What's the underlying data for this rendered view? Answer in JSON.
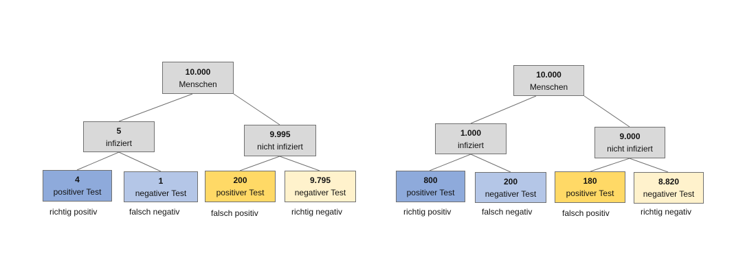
{
  "colors": {
    "grey": "#d9d9d9",
    "blue_dark": "#8eaadb",
    "blue_light": "#b4c6e7",
    "yellow_dark": "#ffd966",
    "yellow_light": "#fff2cc",
    "line": "#6f6f6f"
  },
  "trees": [
    {
      "root": {
        "value": "10.000",
        "label": "Menschen"
      },
      "left": {
        "value": "5",
        "label": "infiziert"
      },
      "right": {
        "value": "9.995",
        "label": "nicht infiziert"
      },
      "leaves": [
        {
          "value": "4",
          "label": "positiver Test",
          "caption": "richtig positiv"
        },
        {
          "value": "1",
          "label": "negativer Test",
          "caption": "falsch negativ"
        },
        {
          "value": "200",
          "label": "positiver Test",
          "caption": "falsch positiv"
        },
        {
          "value": "9.795",
          "label": "negativer Test",
          "caption": "richtig negativ"
        }
      ]
    },
    {
      "root": {
        "value": "10.000",
        "label": "Menschen"
      },
      "left": {
        "value": "1.000",
        "label": "infiziert"
      },
      "right": {
        "value": "9.000",
        "label": "nicht infiziert"
      },
      "leaves": [
        {
          "value": "800",
          "label": "positiver Test",
          "caption": "richtig positiv"
        },
        {
          "value": "200",
          "label": "negativer Test",
          "caption": "falsch negativ"
        },
        {
          "value": "180",
          "label": "positiver Test",
          "caption": "falsch positiv"
        },
        {
          "value": "8.820",
          "label": "negativer Test",
          "caption": "richtig negativ"
        }
      ]
    }
  ]
}
